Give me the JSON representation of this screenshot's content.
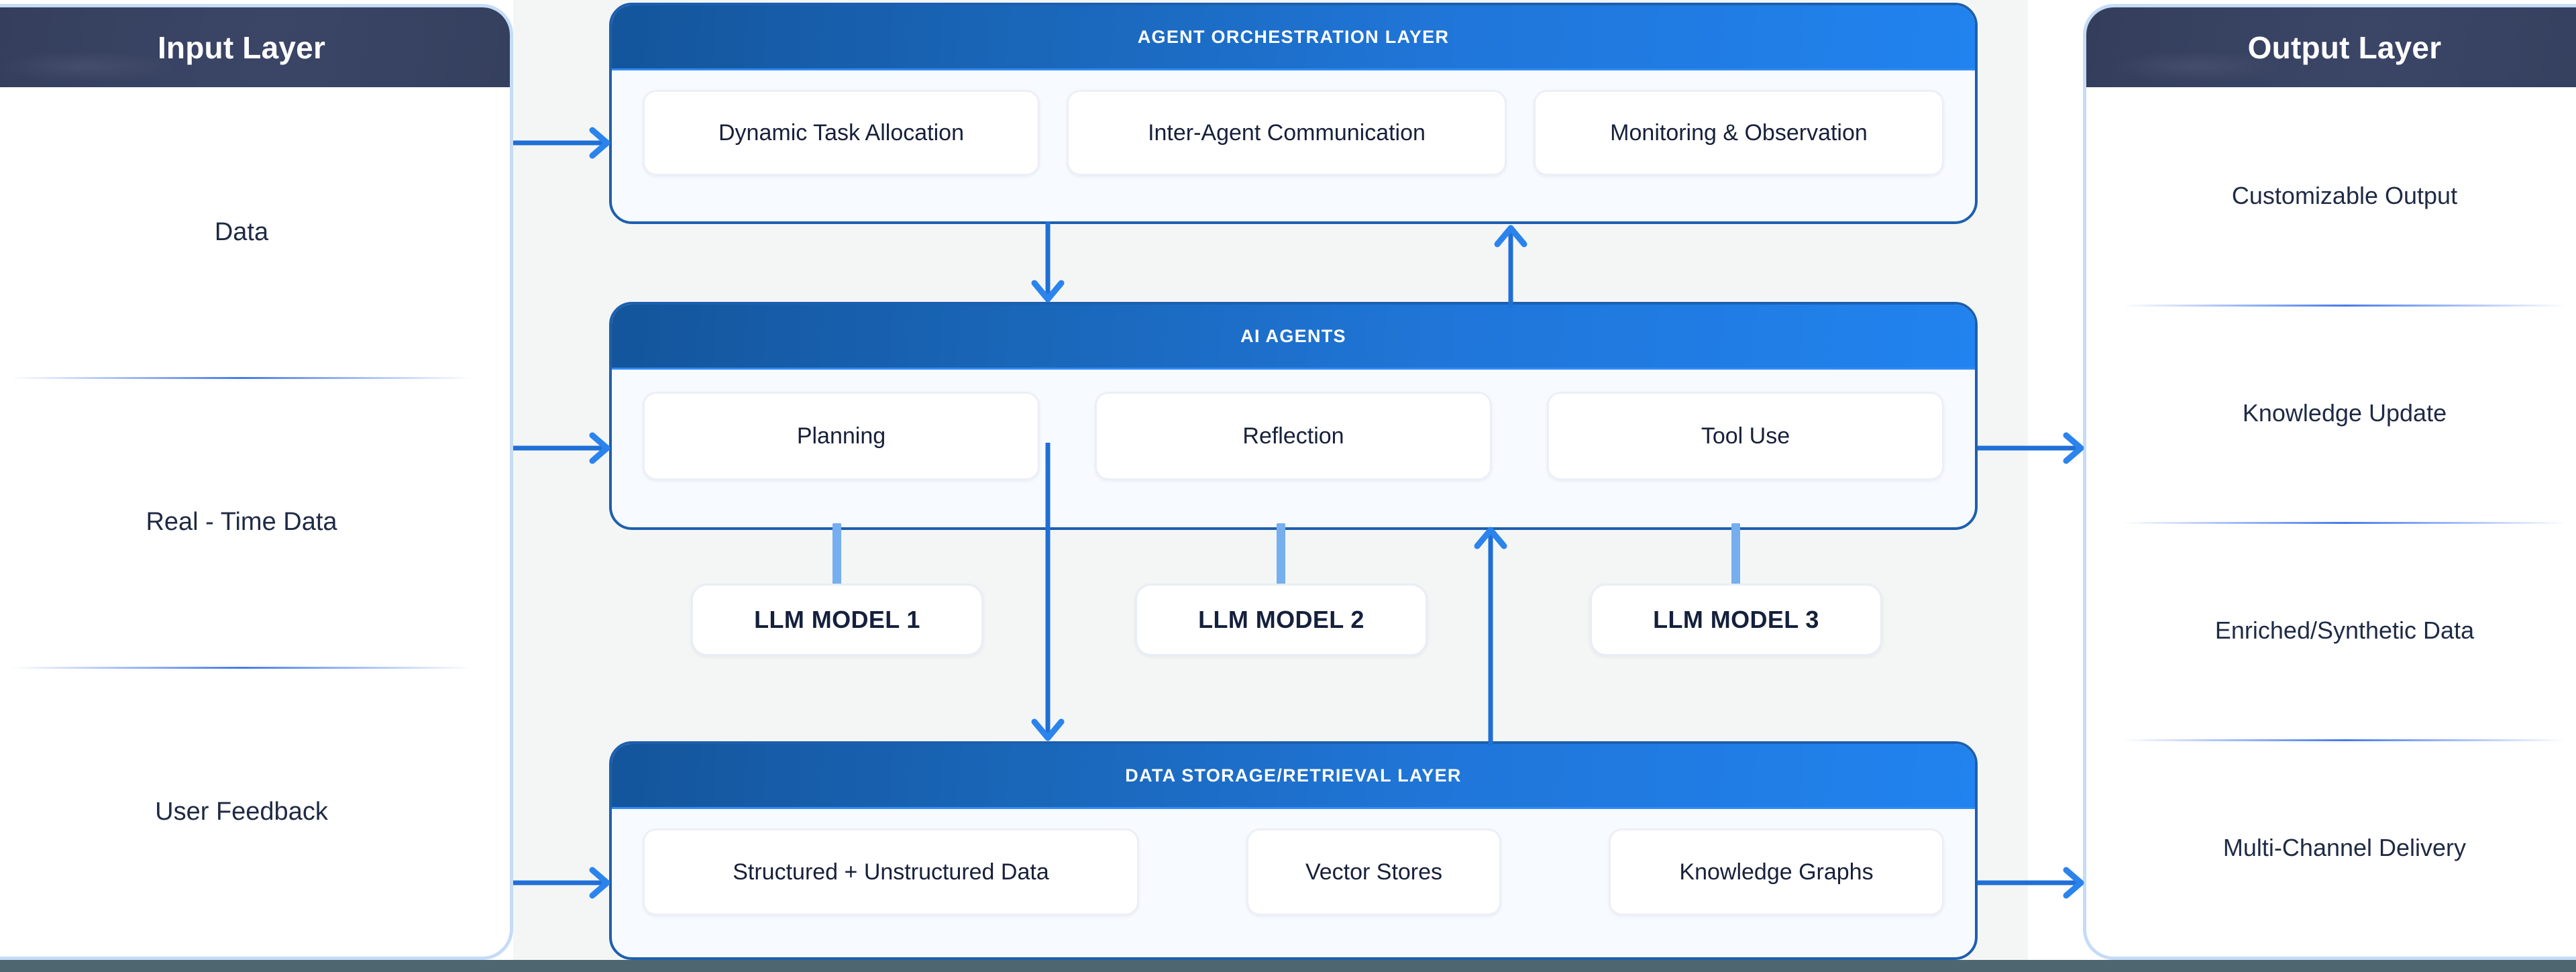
{
  "input_layer": {
    "title": "Input Layer",
    "items": [
      {
        "label": "Data"
      },
      {
        "label": "Real - Time Data"
      },
      {
        "label": "User Feedback"
      }
    ]
  },
  "output_layer": {
    "title": "Output Layer",
    "items": [
      {
        "label": "Customizable Output"
      },
      {
        "label": "Knowledge Update"
      },
      {
        "label": "Enriched/Synthetic Data"
      },
      {
        "label": "Multi-Channel Delivery"
      }
    ]
  },
  "orchestration_layer": {
    "title": "AGENT ORCHESTRATION LAYER",
    "items": [
      {
        "label": "Dynamic Task Allocation"
      },
      {
        "label": "Inter-Agent Communication"
      },
      {
        "label": "Monitoring & Observation"
      }
    ]
  },
  "agents_layer": {
    "title": "AI AGENTS",
    "items": [
      {
        "label": "Planning"
      },
      {
        "label": "Reflection"
      },
      {
        "label": "Tool Use"
      }
    ]
  },
  "storage_layer": {
    "title": "DATA STORAGE/RETRIEVAL LAYER",
    "items": [
      {
        "label": "Structured + Unstructured Data"
      },
      {
        "label": "Vector Stores"
      },
      {
        "label": "Knowledge Graphs"
      }
    ]
  },
  "llm_models": [
    {
      "label": "LLM MODEL 1"
    },
    {
      "label": "LLM MODEL 2"
    },
    {
      "label": "LLM MODEL 3"
    }
  ],
  "connectors": [
    {
      "name": "input-to-orchestration",
      "direction": "right"
    },
    {
      "name": "input-to-agents",
      "direction": "right"
    },
    {
      "name": "input-to-storage",
      "direction": "right"
    },
    {
      "name": "orchestration-to-agents",
      "direction": "down"
    },
    {
      "name": "agents-to-orchestration",
      "direction": "up"
    },
    {
      "name": "agents-to-storage",
      "direction": "down"
    },
    {
      "name": "storage-to-agents",
      "direction": "up"
    },
    {
      "name": "agents-to-output",
      "direction": "right"
    },
    {
      "name": "storage-to-output",
      "direction": "right"
    }
  ],
  "colors": {
    "panel_header_start": "#14559c",
    "panel_header_end": "#2183ef",
    "side_header": "#3b4566",
    "card_border": "#c5dcf8",
    "panel_border": "#1d5fae",
    "arrow": "#1f6fd6",
    "llm_stem": "#76aef0",
    "backdrop": "#f4f6f5",
    "bottom_strip": "#4d6670",
    "text_dark": "#17203a"
  }
}
